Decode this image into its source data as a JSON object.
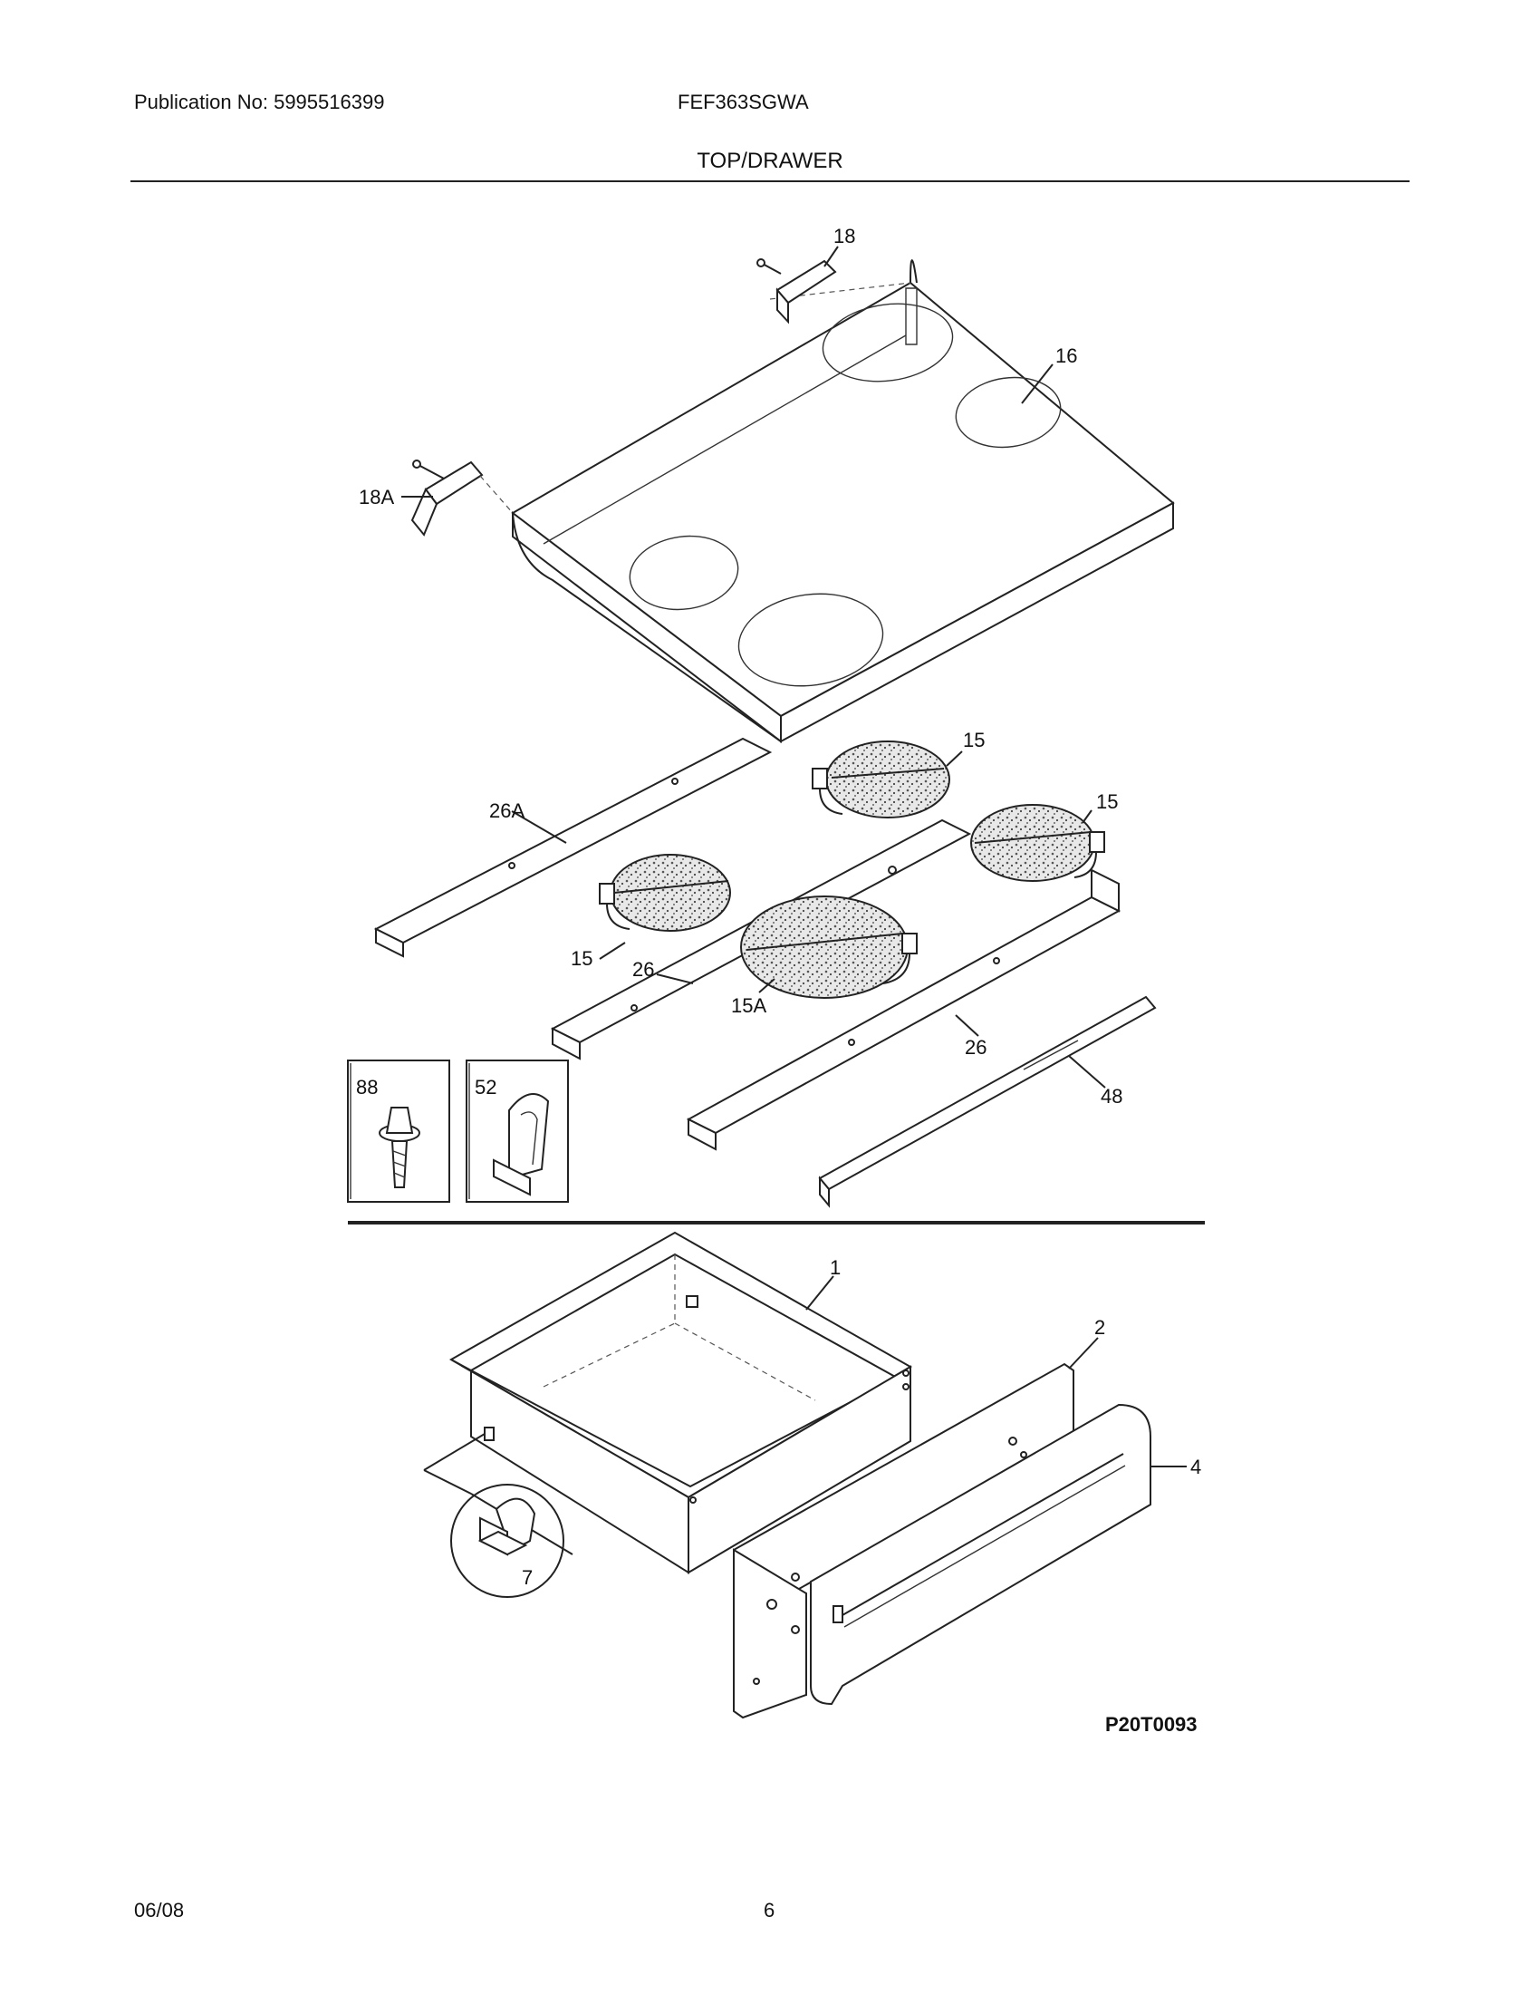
{
  "header": {
    "publication": "Publication No: 5995516399",
    "model": "FEF363SGWA",
    "section_title": "TOP/DRAWER"
  },
  "callouts": {
    "c18": "18",
    "c16": "16",
    "c18A": "18A",
    "c15_top": "15",
    "c15_right": "15",
    "c15_left": "15",
    "c26A": "26A",
    "c26_left": "26",
    "c15A": "15A",
    "c26_right": "26",
    "c48": "48",
    "c88": "88",
    "c52": "52",
    "c1": "1",
    "c2": "2",
    "c4": "4",
    "c7": "7"
  },
  "diagram_code": "P20T0093",
  "footer": {
    "date": "06/08",
    "page_number": "6"
  }
}
